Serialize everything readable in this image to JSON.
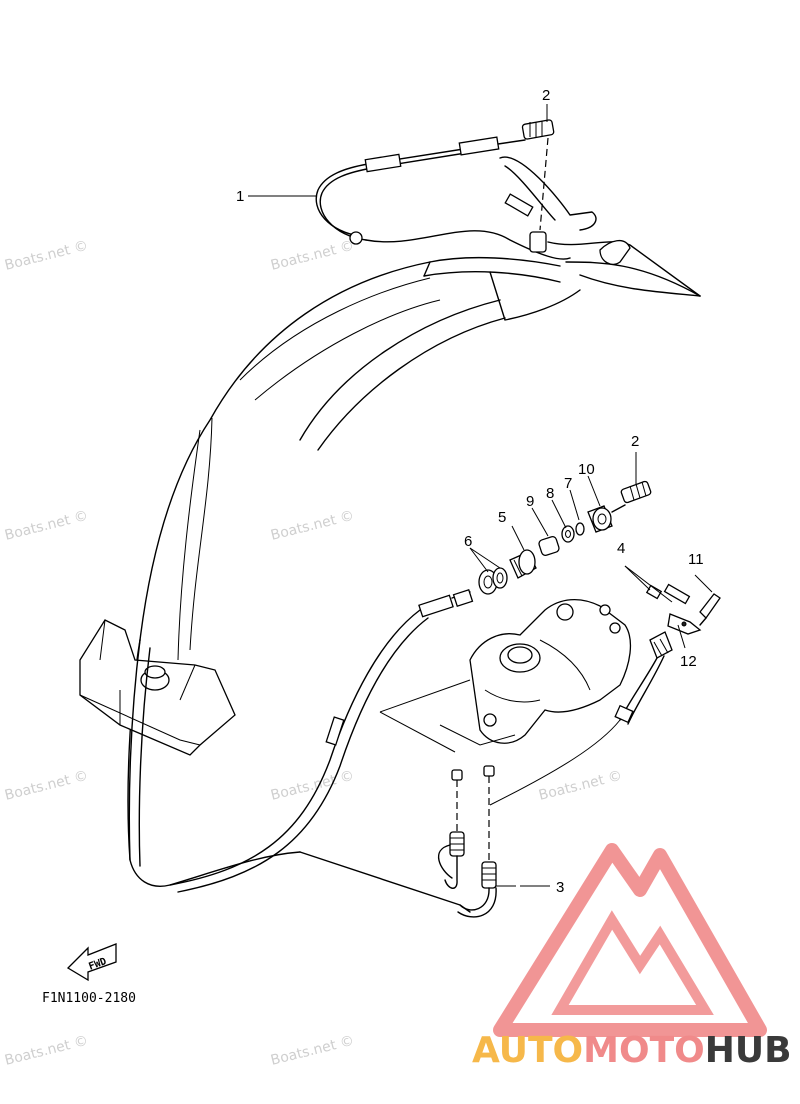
{
  "diagram": {
    "figure_code": "F1N1100-2180",
    "fwd_label": "FWD",
    "callouts": {
      "c1": "1",
      "c2_top": "2",
      "c2_mid": "2",
      "c3": "3",
      "c4": "4",
      "c5": "5",
      "c6": "6",
      "c7": "7",
      "c8": "8",
      "c9": "9",
      "c10": "10",
      "c11": "11",
      "c12": "12"
    }
  },
  "watermarks": {
    "boats": "Boats.net ©"
  },
  "brand": {
    "part1": "AUTO",
    "part2": "MOTO",
    "part3": "HUB"
  },
  "colors": {
    "brand_orange": "#f6b84a",
    "brand_pink": "#f08a8a",
    "brand_dark": "#3a3a3a",
    "logo_triangle": "#f08a8a",
    "watermark": "#cfcfcf"
  }
}
